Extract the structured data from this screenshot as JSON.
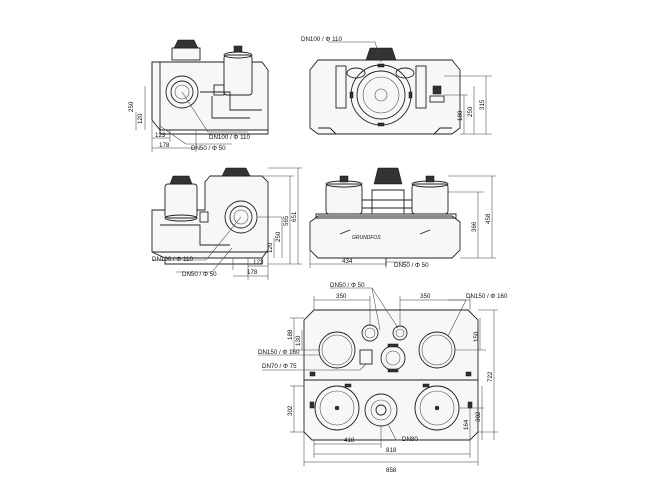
{
  "views": {
    "side_left_top": {
      "pipe_in": "DN100 /    Φ 110",
      "pipe_out": "DN50 /    Φ 50",
      "dims": [
        "123",
        "178",
        "120",
        "250"
      ]
    },
    "front_top": {
      "pipe_top": "DN100 /    Φ 110",
      "dims": [
        "180",
        "250",
        "315"
      ]
    },
    "side_left_bottom": {
      "pipe_in": "DN100 /    Φ 110",
      "pipe_out": "DN50 /    Φ 50",
      "dims": [
        "123",
        "178",
        "120",
        "250",
        "565",
        "651"
      ]
    },
    "front_bottom": {
      "pipe_out": "DN50 /    Φ 50",
      "brand": "GRUNDFOS",
      "dims": [
        "434",
        "366",
        "458"
      ]
    },
    "plan": {
      "label_dn50": "DN50 /    Φ 50",
      "label_dn150_right": "DN150 /    Φ 160",
      "label_dn150_left": "DN150 /    Φ 160",
      "label_dn70": "DN70 /    Φ 75",
      "label_dn80": "DN80",
      "dims_top": [
        "350",
        "350"
      ],
      "dims_left": [
        "188",
        "130",
        "302"
      ],
      "dims_right": [
        "150",
        "722",
        "302",
        "164"
      ],
      "dims_bottom": [
        "418",
        "818",
        "858"
      ]
    }
  }
}
